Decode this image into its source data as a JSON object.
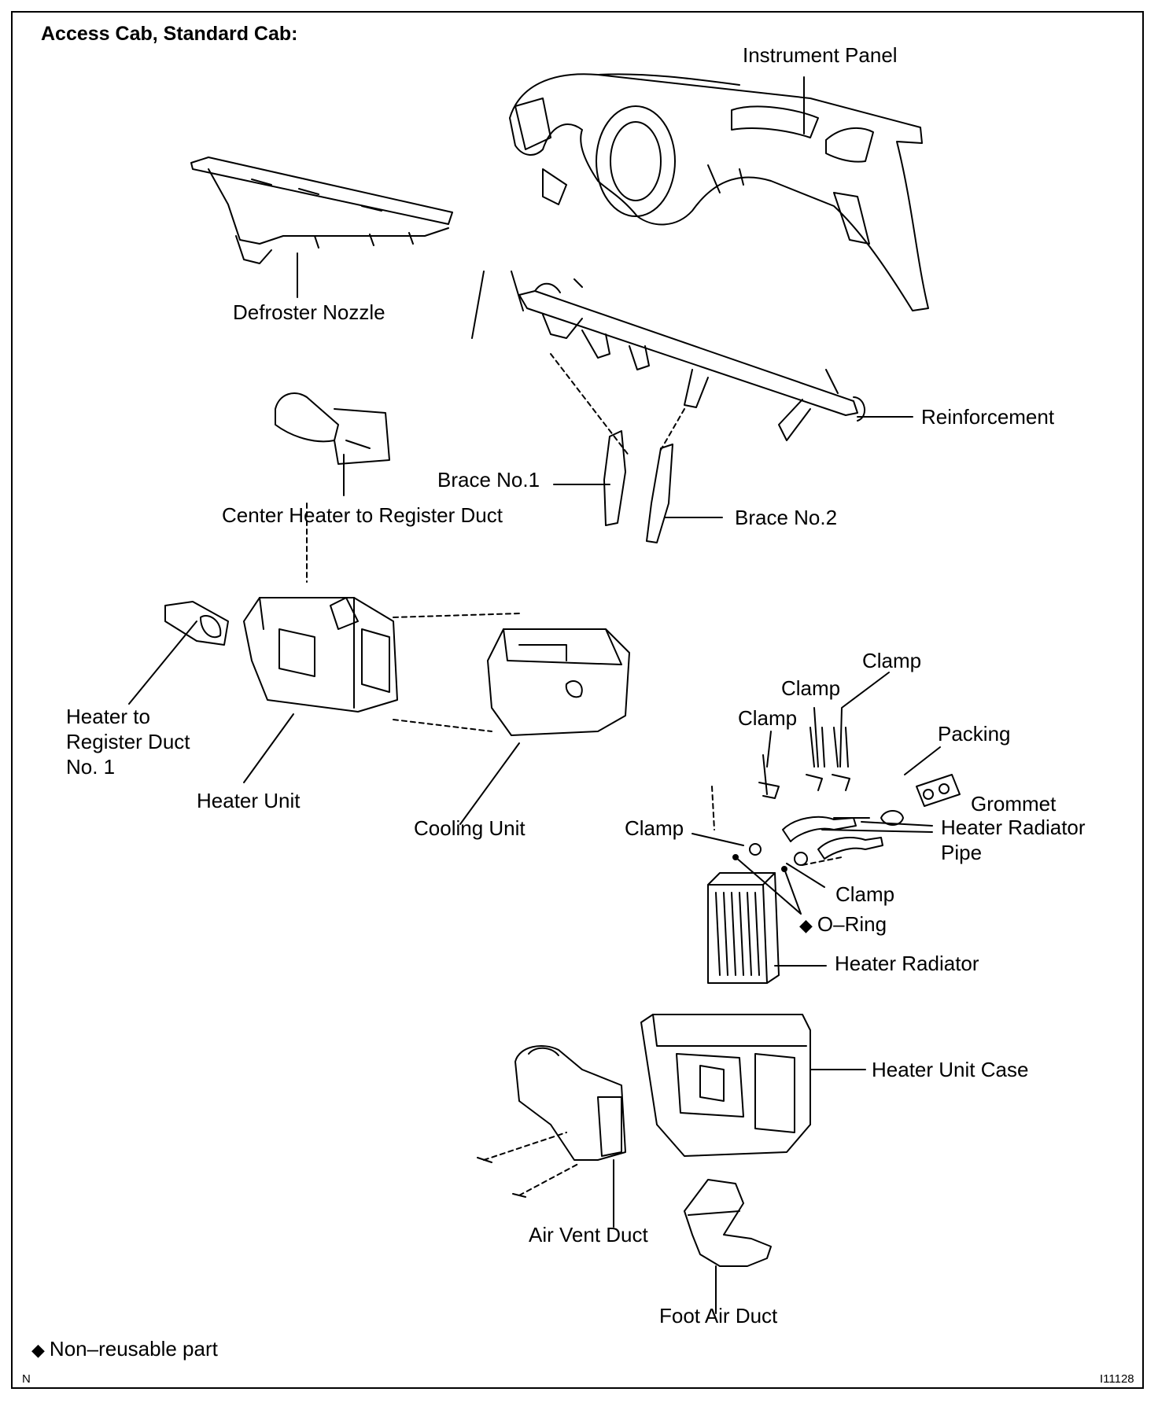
{
  "header": {
    "title": "Access Cab, Standard Cab:"
  },
  "parts": {
    "instrument_panel": "Instrument Panel",
    "defroster_nozzle": "Defroster Nozzle",
    "reinforcement": "Reinforcement",
    "brace_no1": "Brace No.1",
    "brace_no2": "Brace No.2",
    "center_heater_duct": "Center Heater to Register Duct",
    "heater_to_register_duct_no1": {
      "line1": "Heater to",
      "line2": "Register Duct",
      "line3": "No. 1"
    },
    "heater_unit": "Heater Unit",
    "cooling_unit": "Cooling Unit",
    "clamp_top": "Clamp",
    "clamp_mid": "Clamp",
    "clamp_upper_left": "Clamp",
    "clamp_left": "Clamp",
    "clamp_lower": "Clamp",
    "packing": "Packing",
    "grommet": "Grommet",
    "heater_radiator_pipe": {
      "line1": "Heater Radiator",
      "line2": "Pipe"
    },
    "o_ring": "O–Ring",
    "heater_radiator": "Heater Radiator",
    "heater_unit_case": "Heater Unit Case",
    "air_vent_duct": "Air Vent Duct",
    "foot_air_duct": "Foot Air Duct"
  },
  "legend": {
    "symbol": "◆",
    "text": "Non–reusable part"
  },
  "footer": {
    "left_code": "N",
    "figure_id": "I11128"
  },
  "colors": {
    "ink": "#000000",
    "paper": "#ffffff"
  }
}
